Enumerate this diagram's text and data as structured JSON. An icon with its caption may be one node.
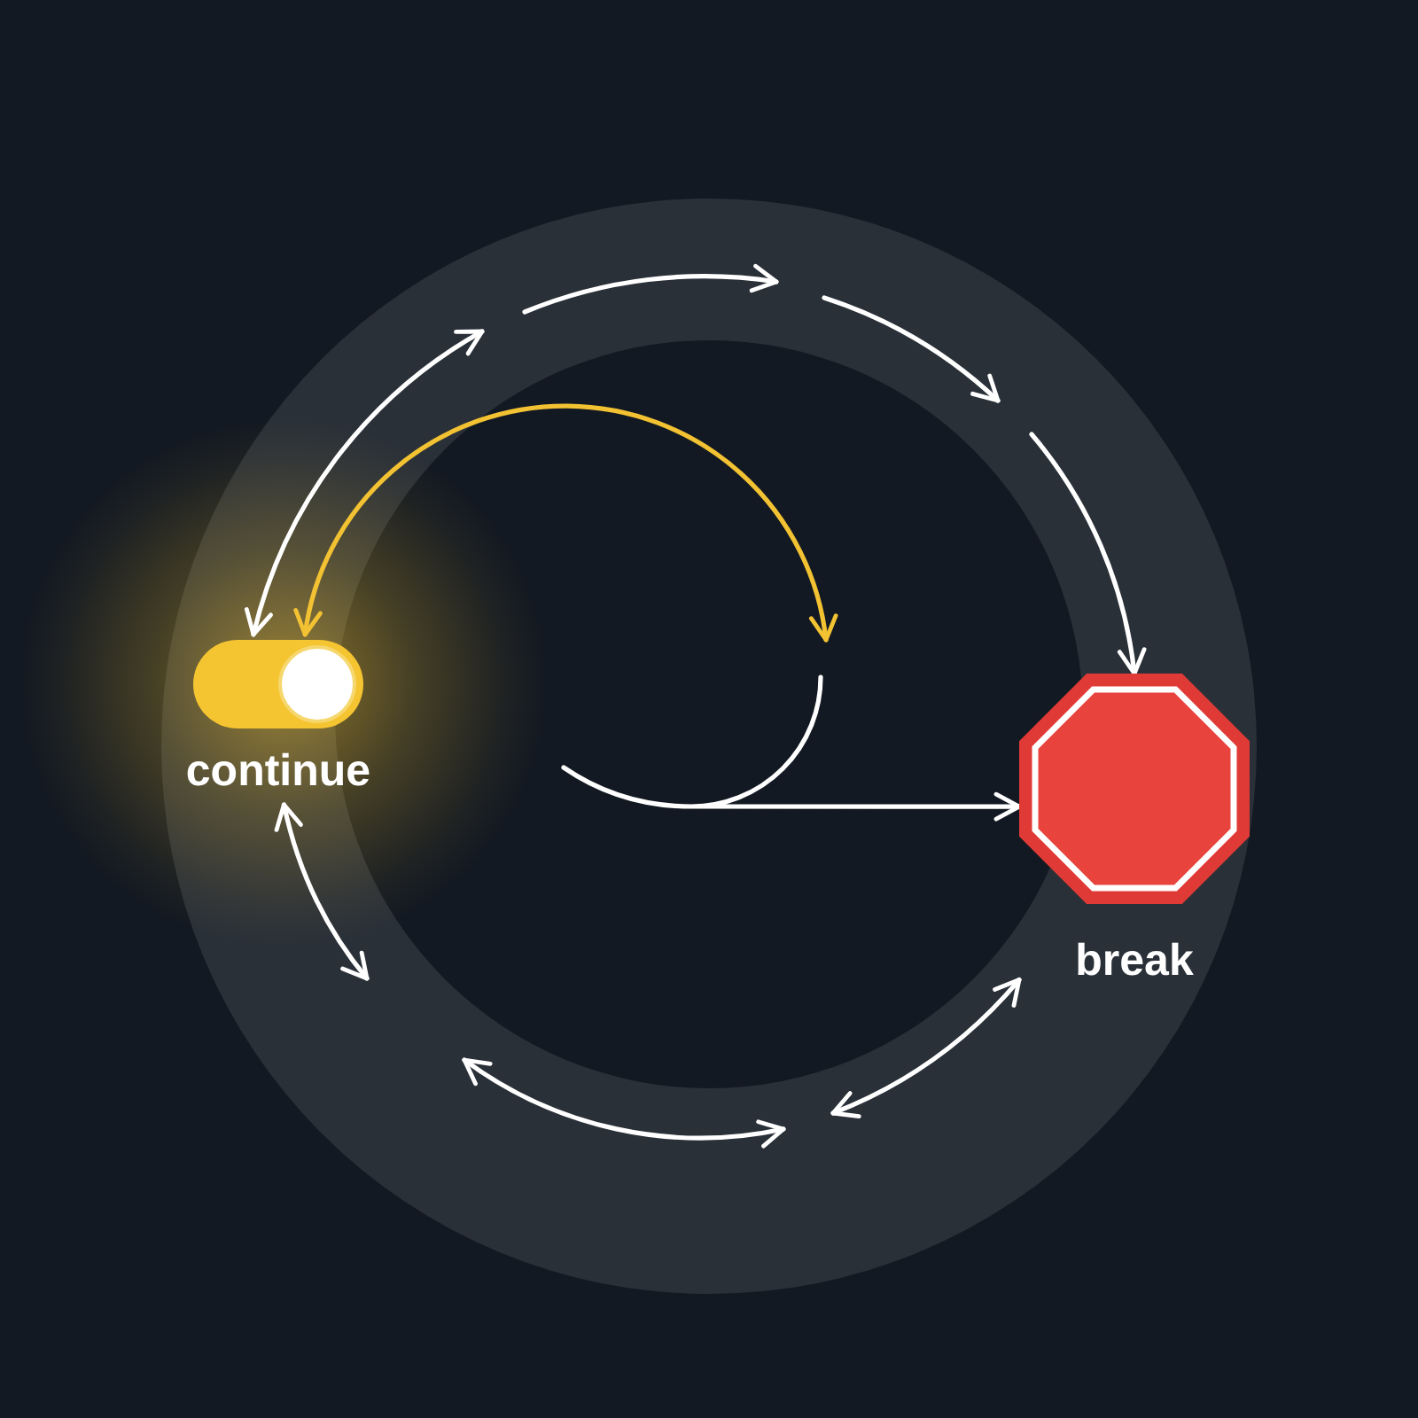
{
  "diagram": {
    "nodes": [
      {
        "text": [
          "continue"
        ]
      },
      {
        "text": [
          "break"
        ]
      }
    ],
    "edges": [
      {
        "from": 0,
        "to": null,
        "arrow": "both"
      },
      {
        "from": 0,
        "to": null,
        "arrow": "both",
        "color": "#f2c233"
      },
      {
        "from": 0,
        "to": null,
        "arrow": "both"
      },
      {
        "from": null,
        "to": 1,
        "arrow": "to"
      },
      {
        "from": null,
        "to": 1,
        "arrow": "to"
      },
      {
        "from": null,
        "to": 1,
        "arrow": "both"
      }
    ]
  }
}
